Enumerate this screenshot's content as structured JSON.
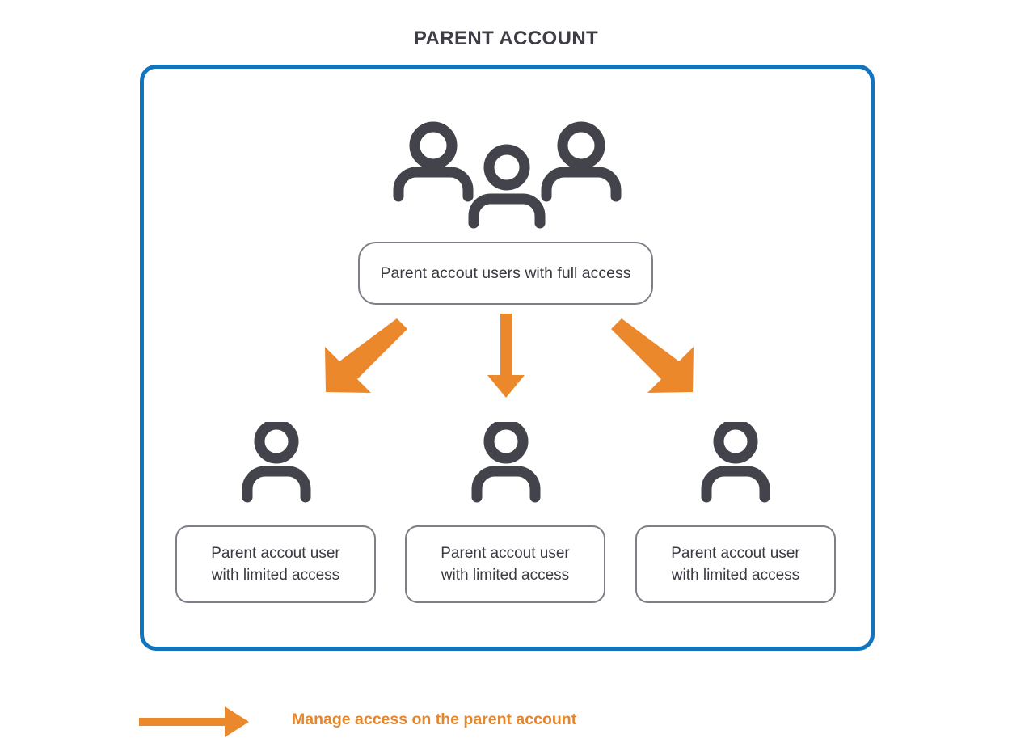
{
  "title": "PARENT ACCOUNT",
  "colors": {
    "container_border": "#1174BD",
    "arrow_orange": "#EC882C",
    "icon_charcoal": "#43434B",
    "box_border": "#7E7E87",
    "text_dark": "#3A3A42",
    "title_text": "#3D3D45",
    "legend_text": "#E5852C",
    "background": "#FFFFFF"
  },
  "container": {
    "top_group": {
      "icon_name": "three-users-icon",
      "user_count": 3,
      "label": "Parent accout users with full access"
    },
    "arrows": [
      {
        "name": "arrow-down-left",
        "direction": "down-left"
      },
      {
        "name": "arrow-down",
        "direction": "down"
      },
      {
        "name": "arrow-down-right",
        "direction": "down-right"
      }
    ],
    "children": [
      {
        "icon_name": "user-icon",
        "line1": "Parent accout user",
        "line2": "with limited access"
      },
      {
        "icon_name": "user-icon",
        "line1": "Parent accout user",
        "line2": "with limited access"
      },
      {
        "icon_name": "user-icon",
        "line1": "Parent accout user",
        "line2": "with limited access"
      }
    ]
  },
  "legend": {
    "arrow_icon": "arrow-right-icon",
    "text": "Manage access on the parent account"
  }
}
